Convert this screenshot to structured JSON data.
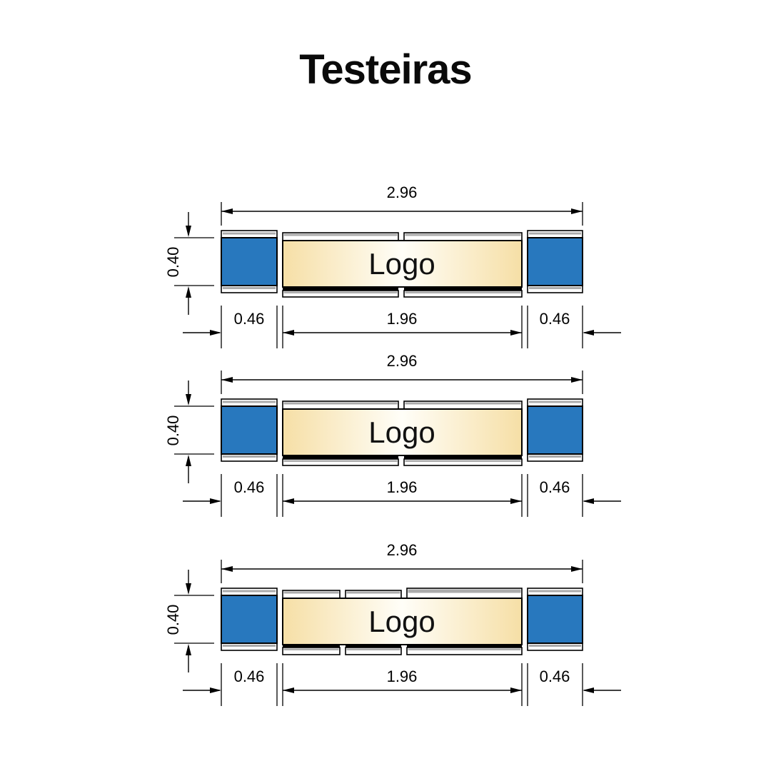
{
  "title": "Testeiras",
  "colors": {
    "blue": "#2878BE",
    "panel_edge": "#F6DFA6",
    "panel_center": "#FFFEF8"
  },
  "diagrams": [
    {
      "name": "testeira-1",
      "total_width": "2.96",
      "panel_height": "0.40",
      "left_cap_width": "0.46",
      "logo_width": "1.96",
      "right_cap_width": "0.46",
      "logo_label": "Logo"
    },
    {
      "name": "testeira-2",
      "total_width": "2.96",
      "panel_height": "0.40",
      "left_cap_width": "0.46",
      "logo_width": "1.96",
      "right_cap_width": "0.46",
      "logo_label": "Logo"
    },
    {
      "name": "testeira-3",
      "total_width": "2.96",
      "panel_height": "0.40",
      "left_cap_width": "0.46",
      "logo_width": "1.96",
      "right_cap_width": "0.46",
      "logo_label": "Logo"
    }
  ]
}
